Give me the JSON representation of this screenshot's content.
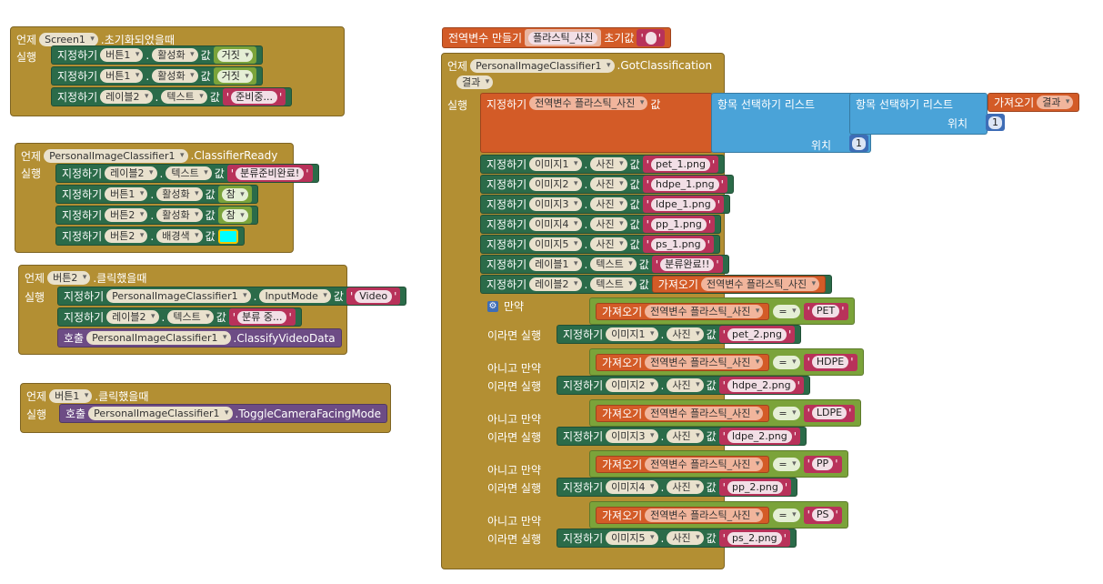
{
  "words": {
    "when": "언제",
    "do": "실행",
    "set": "지정하기",
    "to": "값",
    "call": "호출",
    "get": "가져오기",
    "if": "만약",
    "then": "이라면 실행",
    "elseif": "아니고 만약",
    "init": "전역변수 만들기",
    "initto": "초기값",
    "select": "항목 선택하기  리스트",
    "index": "위치",
    "result": "결과",
    "eq": "="
  },
  "e1": {
    "comp": "Screen1",
    "ev": ".초기화되었을때",
    "rows": [
      {
        "c": "버튼1",
        "p": "활성화",
        "v": "거짓"
      },
      {
        "c": "버튼1",
        "p": "활성화",
        "v": "거짓"
      },
      {
        "c": "레이블2",
        "p": "텍스트",
        "v": "준비중..."
      }
    ]
  },
  "e2": {
    "comp": "PersonalImageClassifier1",
    "ev": ".ClassifierReady",
    "rows": [
      {
        "c": "레이블2",
        "p": "텍스트",
        "v": "분류준비완료!"
      },
      {
        "c": "버튼1",
        "p": "활성화",
        "v": "참"
      },
      {
        "c": "버튼2",
        "p": "활성화",
        "v": "참"
      },
      {
        "c": "버튼2",
        "p": "배경색"
      }
    ],
    "color": "#00ffff"
  },
  "e3": {
    "comp": "버튼2",
    "ev": ".클릭했을때",
    "r1": {
      "c": "PersonalImageClassifier1",
      "p": "InputMode",
      "v": "Video"
    },
    "r2": {
      "c": "레이블2",
      "p": "텍스트",
      "v": "분류 중..."
    },
    "r3": {
      "c": "PersonalImageClassifier1",
      "m": ".ClassifyVideoData"
    }
  },
  "e4": {
    "comp": "버튼1",
    "ev": ".클릭했을때",
    "r1": {
      "c": "PersonalImageClassifier1",
      "m": ".ToggleCameraFacingMode"
    }
  },
  "g": {
    "var": "플라스틱_사진"
  },
  "e5": {
    "comp": "PersonalImageClassifier1",
    "ev": ".GotClassification",
    "var": "전역변수 플라스틱_사진",
    "param": "결과",
    "idx": "1",
    "imgs": [
      {
        "c": "이미지1",
        "v": "pet_1.png"
      },
      {
        "c": "이미지2",
        "v": "hdpe_1.png"
      },
      {
        "c": "이미지3",
        "v": "ldpe_1.png"
      },
      {
        "c": "이미지4",
        "v": "pp_1.png"
      },
      {
        "c": "이미지5",
        "v": "ps_1.png"
      }
    ],
    "lab1": {
      "c": "레이블1",
      "p": "텍스트",
      "v": "분류완료!!"
    },
    "lab2": {
      "c": "레이블2",
      "p": "텍스트"
    },
    "photo": "사진",
    "conds": [
      {
        "k": "PET",
        "c": "이미지1",
        "v": "pet_2.png"
      },
      {
        "k": "HDPE",
        "c": "이미지2",
        "v": "hdpe_2.png"
      },
      {
        "k": "LDPE",
        "c": "이미지3",
        "v": "ldpe_2.png"
      },
      {
        "k": "PP",
        "c": "이미지4",
        "v": "pp_2.png"
      },
      {
        "k": "PS",
        "c": "이미지5",
        "v": "ps_2.png"
      }
    ]
  }
}
